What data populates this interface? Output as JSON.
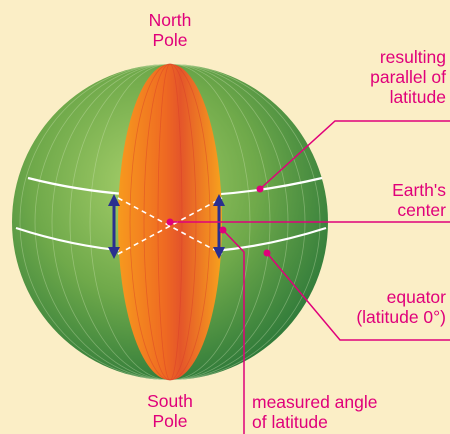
{
  "labels": {
    "north_pole": [
      "North",
      "Pole"
    ],
    "south_pole": [
      "South",
      "Pole"
    ],
    "parallel": [
      "resulting",
      "parallel of",
      "latitude"
    ],
    "earth_center": [
      "Earth's",
      "center"
    ],
    "equator": [
      "equator",
      "(latitude 0°)"
    ],
    "measured_angle": [
      "measured angle",
      "of latitude"
    ]
  },
  "colors": {
    "background": "#fbeec6",
    "sphere_green": "#4f9a3f",
    "meridian_orange": "#f4901f",
    "annotation_magenta": "#e0007a",
    "arrow_navy": "#2a2f8f"
  }
}
